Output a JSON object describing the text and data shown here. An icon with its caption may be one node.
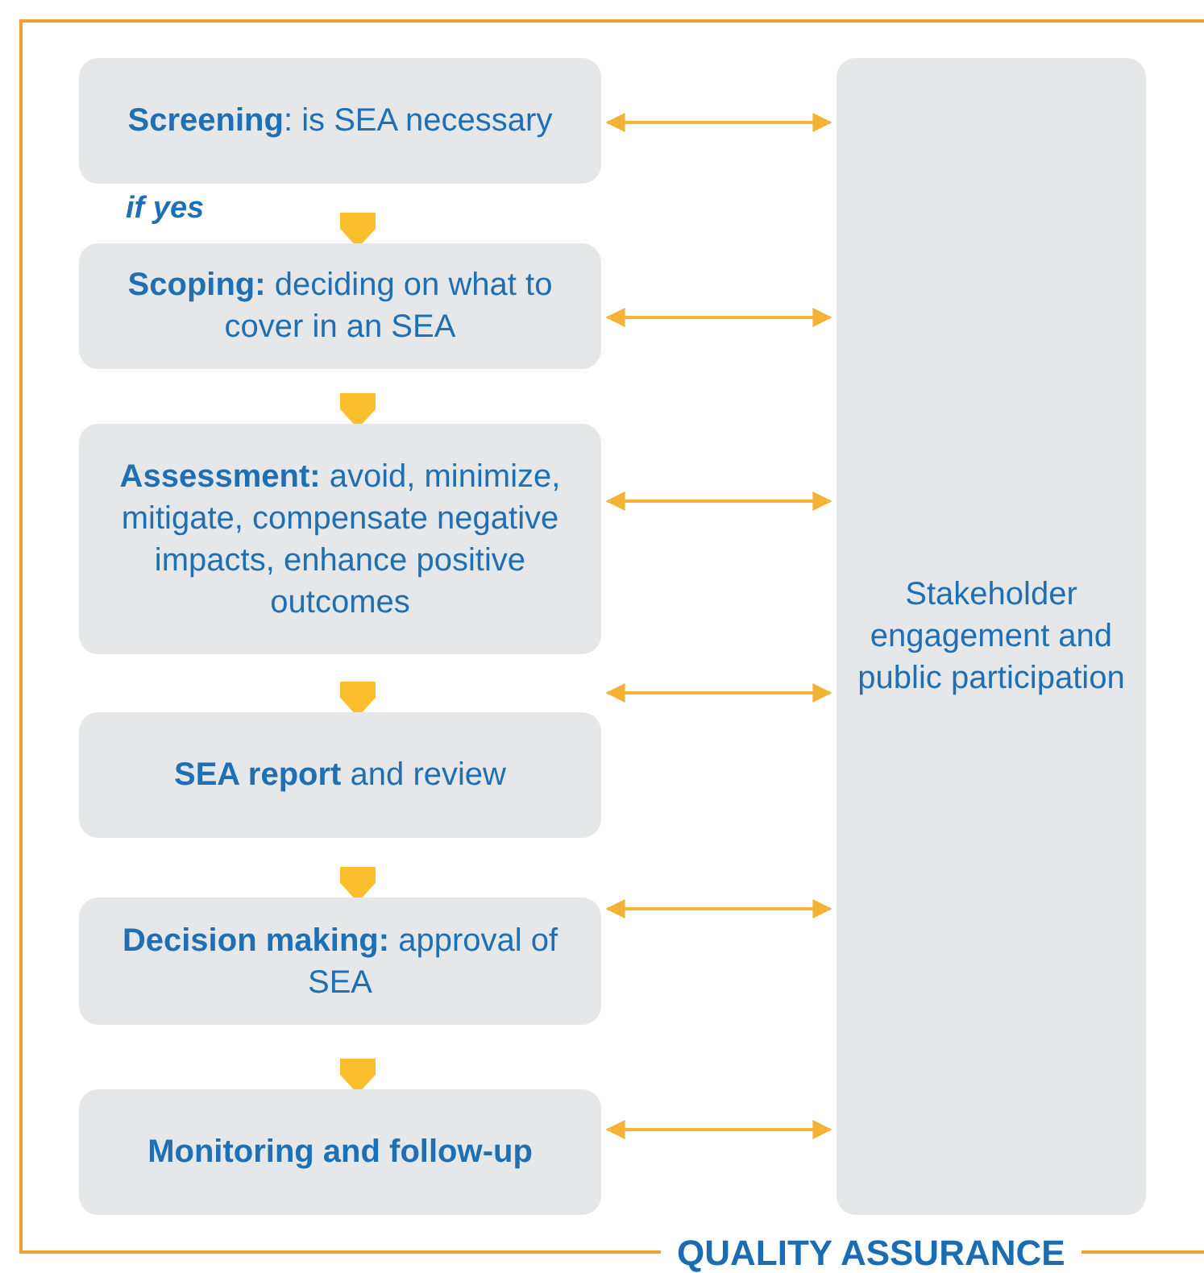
{
  "diagram": {
    "nodes": [
      {
        "text": [
          "QUALITY ASSURANCE"
        ]
      },
      {
        "text": [
          "**Screening**: is SEA necessary"
        ],
        "in": 0
      },
      {
        "text": [
          "**Scoping:** deciding on what to cover in an SEA"
        ],
        "in": 0
      },
      {
        "text": [
          "**Assessment:** avoid, minimize, mitigate, compensate negative impacts, enhance positive outcomes"
        ],
        "in": 0
      },
      {
        "text": [
          "**SEA report** and review"
        ],
        "in": 0
      },
      {
        "text": [
          "**Decision making:** approval of SEA"
        ],
        "in": 0
      },
      {
        "text": [
          "**Monitoring and follow-up**"
        ],
        "in": 0
      },
      {
        "text": [
          "Stakeholder engagement and public participation"
        ],
        "in": 0
      }
    ],
    "edges": [
      {
        "from": 1,
        "to": 2,
        "arrow": "to",
        "label": "if yes",
        "color": "#fbbf2d"
      },
      {
        "from": 2,
        "to": 3,
        "arrow": "to",
        "color": "#fbbf2d"
      },
      {
        "from": 3,
        "to": 4,
        "arrow": "to",
        "color": "#fbbf2d"
      },
      {
        "from": 4,
        "to": 5,
        "arrow": "to",
        "color": "#fbbf2d"
      },
      {
        "from": 5,
        "to": 6,
        "arrow": "to",
        "color": "#fbbf2d"
      },
      {
        "from": 1,
        "to": 7,
        "arrow": "both",
        "color": "#f5b335"
      },
      {
        "from": 2,
        "to": 7,
        "arrow": "both",
        "color": "#f5b335"
      },
      {
        "from": 3,
        "to": 7,
        "arrow": "both",
        "color": "#f5b335"
      },
      {
        "from": 4,
        "to": 7,
        "arrow": "both",
        "color": "#f5b335"
      },
      {
        "from": 5,
        "to": 7,
        "arrow": "both",
        "color": "#f5b335"
      },
      {
        "from": 6,
        "to": 7,
        "arrow": "both",
        "color": "#f5b335"
      }
    ]
  }
}
